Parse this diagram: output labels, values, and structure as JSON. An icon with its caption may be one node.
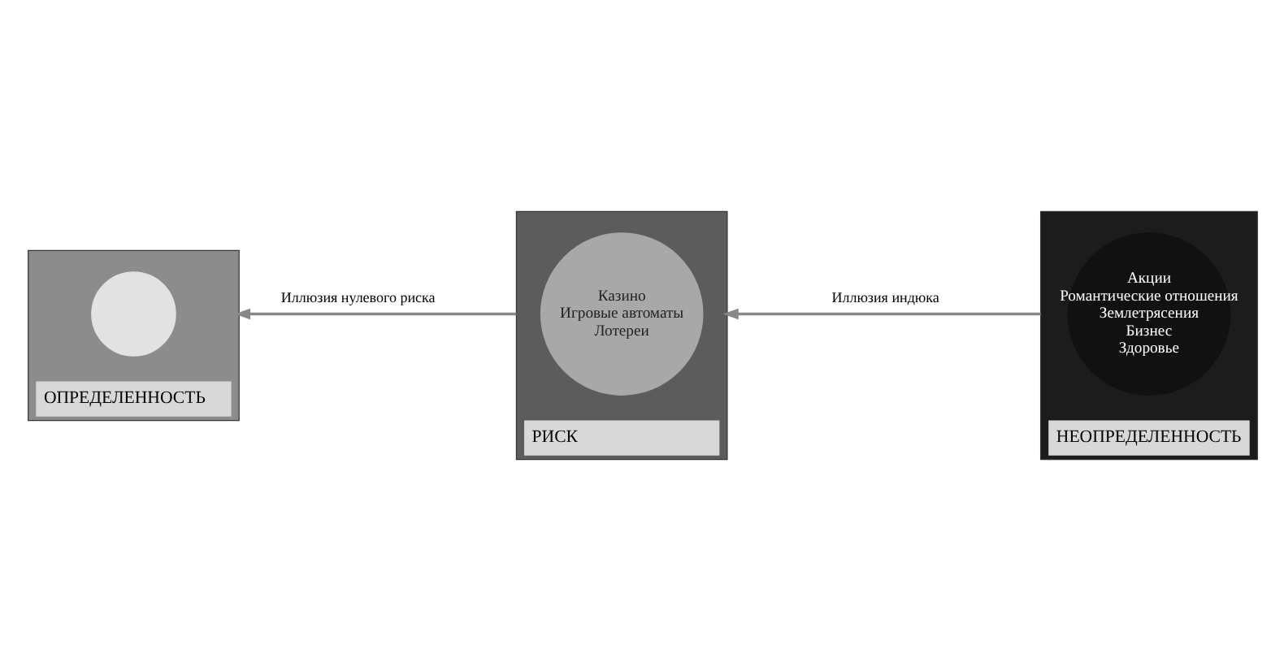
{
  "diagram": {
    "nodes": [
      {
        "text": [
          "ОПРЕДЕЛЕННОСТЬ"
        ]
      },
      {
        "text": [],
        "shape": "circle",
        "in": 0
      },
      {
        "text": [
          "РИСК"
        ]
      },
      {
        "text": [
          "Казино",
          "Игровые автоматы",
          "Лотереи"
        ],
        "in": 2
      },
      {
        "text": [
          "НЕОПРЕДЕЛЕННОСТЬ"
        ]
      },
      {
        "text": [
          "Акции",
          "Романтические отношения",
          "Землетрясения",
          "Бизнес",
          "Здоровье"
        ],
        "in": 4
      }
    ],
    "edges": [
      {
        "from": 2,
        "to": 0,
        "arrow": "to",
        "label": "Иллюзия нулевого риска"
      },
      {
        "from": 4,
        "to": 2,
        "arrow": "to",
        "label": "Иллюзия индюка"
      }
    ]
  }
}
